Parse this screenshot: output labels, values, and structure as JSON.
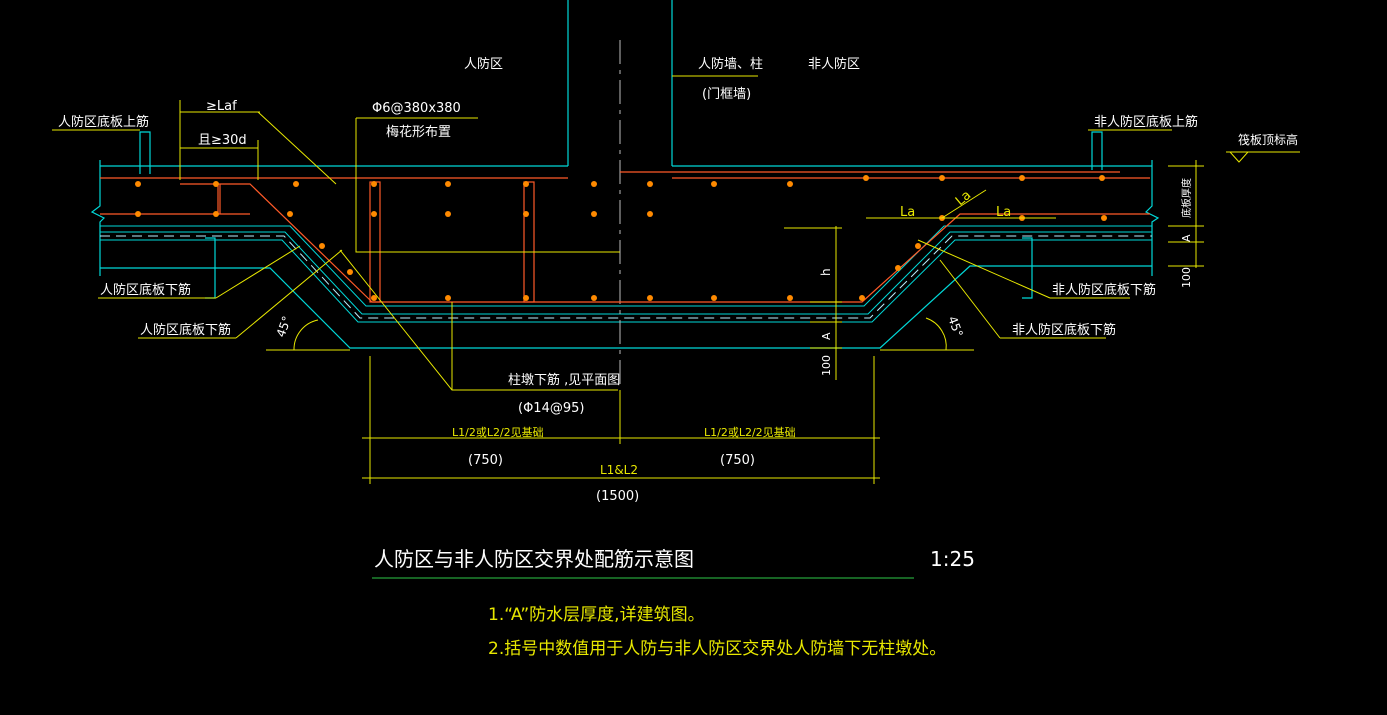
{
  "colors": {
    "background": "#000000",
    "concrete": "#00d8d8",
    "rebar": "#ff5a28",
    "dots": "#ff8a00",
    "leader": "#e8e800",
    "label": "#ffffff",
    "wall": "#00c8c8",
    "title_underline": "#2ec848"
  },
  "labels": {
    "zone_civil": "人防区",
    "zone_wall": "人防墙、柱",
    "zone_wall_sub": "(门框墙)",
    "zone_noncivil": "非人防区",
    "laf": "≥Laf",
    "laf_sub": "且≥30d",
    "stirrup_spec": "Φ6@380x380",
    "stirrup_layout": "梅花形布置",
    "top_bar_left": "人防区底板上筋",
    "top_bar_right": "非人防区底板上筋",
    "raft_top_elev": "筏板顶标高",
    "slab_thickness": "底板厚度",
    "dim_A": "A",
    "dim_100": "100",
    "dim_h": "h",
    "la_1": "La",
    "la_2": "La",
    "la_3": "La",
    "bottom_bar_left": "人防区底板下筋",
    "bottom_bar_left2": "人防区底板下筋",
    "bottom_bar_right": "非人防区底板下筋",
    "bottom_bar_right2": "非人防区底板下筋",
    "angle_45_left": "45°",
    "angle_45_right": "45°",
    "pier_bar": "柱墩下筋  ,见平面图",
    "pier_bar_spec": "(Φ14@95)",
    "half_left": "L1/2或L2/2见基础",
    "half_right": "L1/2或L2/2见基础",
    "half_left_val": "(750)",
    "half_right_val": "(750)",
    "full": "L1&L2",
    "full_val": "(1500)"
  },
  "title": {
    "text": "人防区与非人防区交界处配筋示意图",
    "scale": "1:25"
  },
  "notes": [
    "1.“A”防水层厚度,详建筑图。",
    "2.括号中数值用于人防与非人防区交界处人防墙下无柱墩处。"
  ]
}
